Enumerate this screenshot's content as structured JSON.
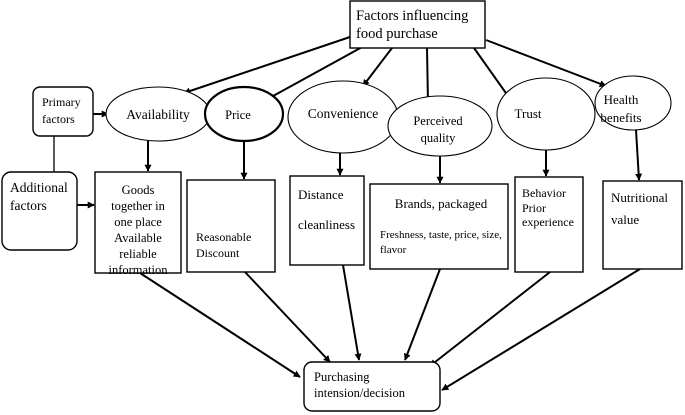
{
  "title": [
    "Factors influencing",
    "food purchase"
  ],
  "primary_factors": [
    "Primary",
    "factors"
  ],
  "additional_factors": [
    "Additional",
    "factors"
  ],
  "factors": {
    "availability": "Availability",
    "price": "Price",
    "convenience": "Convenience",
    "perceived_quality": [
      "Perceived",
      "quality"
    ],
    "trust": "Trust",
    "health_benefits": [
      "Health",
      "benefits"
    ]
  },
  "details": {
    "availability": [
      "Goods",
      "together in",
      "one place",
      "Available",
      "reliable",
      "information"
    ],
    "price": [
      "Reasonable",
      "Discount"
    ],
    "convenience": [
      "Distance",
      "cleanliness"
    ],
    "perceived_quality_heading": "Brands, packaged",
    "perceived_quality": [
      "Freshness, taste, price, size,",
      "flavor"
    ],
    "trust": [
      "Behavior",
      "Prior",
      "experience"
    ],
    "health_benefits": [
      "Nutritional",
      "value"
    ]
  },
  "outcome": [
    "Purchasing",
    "intension/decision"
  ]
}
